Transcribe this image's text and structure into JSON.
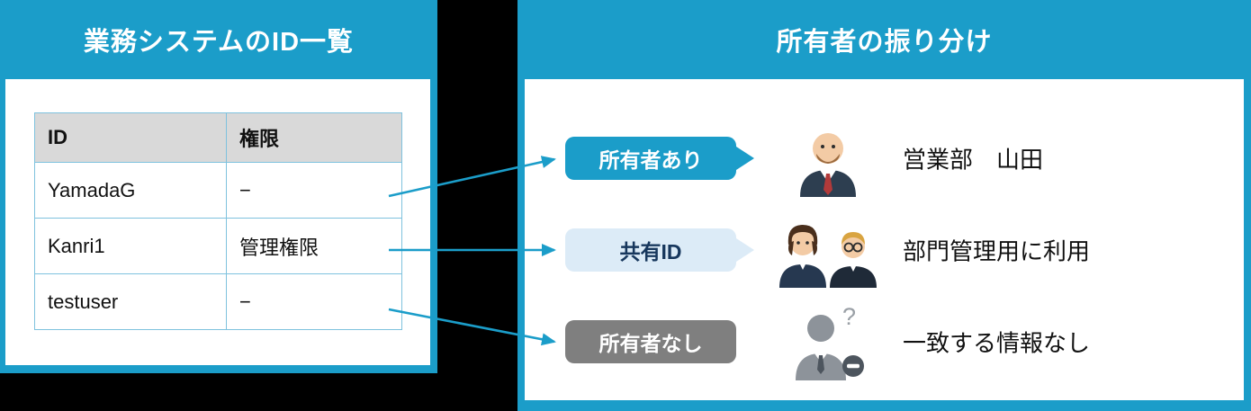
{
  "left_panel": {
    "title": "業務システムのID一覧",
    "table": {
      "headers": [
        "ID",
        "権限"
      ],
      "rows": [
        {
          "id": "YamadaG",
          "permission": "−"
        },
        {
          "id": "Kanri1",
          "permission": "管理権限"
        },
        {
          "id": "testuser",
          "permission": "−"
        }
      ]
    }
  },
  "right_panel": {
    "title": "所有者の振り分け",
    "items": [
      {
        "badge": "所有者あり",
        "icon": "businessman-icon",
        "label": "営業部　山田"
      },
      {
        "badge": "共有ID",
        "icon": "shared-users-icon",
        "label": "部門管理用に利用"
      },
      {
        "badge": "所有者なし",
        "icon": "unknown-user-icon",
        "label": "一致する情報なし"
      }
    ]
  },
  "colors": {
    "accent": "#1b9dc9",
    "badge_shared_bg": "#dcebf7",
    "badge_shared_text": "#17375d",
    "badge_none_bg": "#7f7f7f",
    "table_header_bg": "#d9d9d9",
    "table_border": "#7fc2de",
    "panel_bg": "#ffffff",
    "background": "#000000"
  }
}
